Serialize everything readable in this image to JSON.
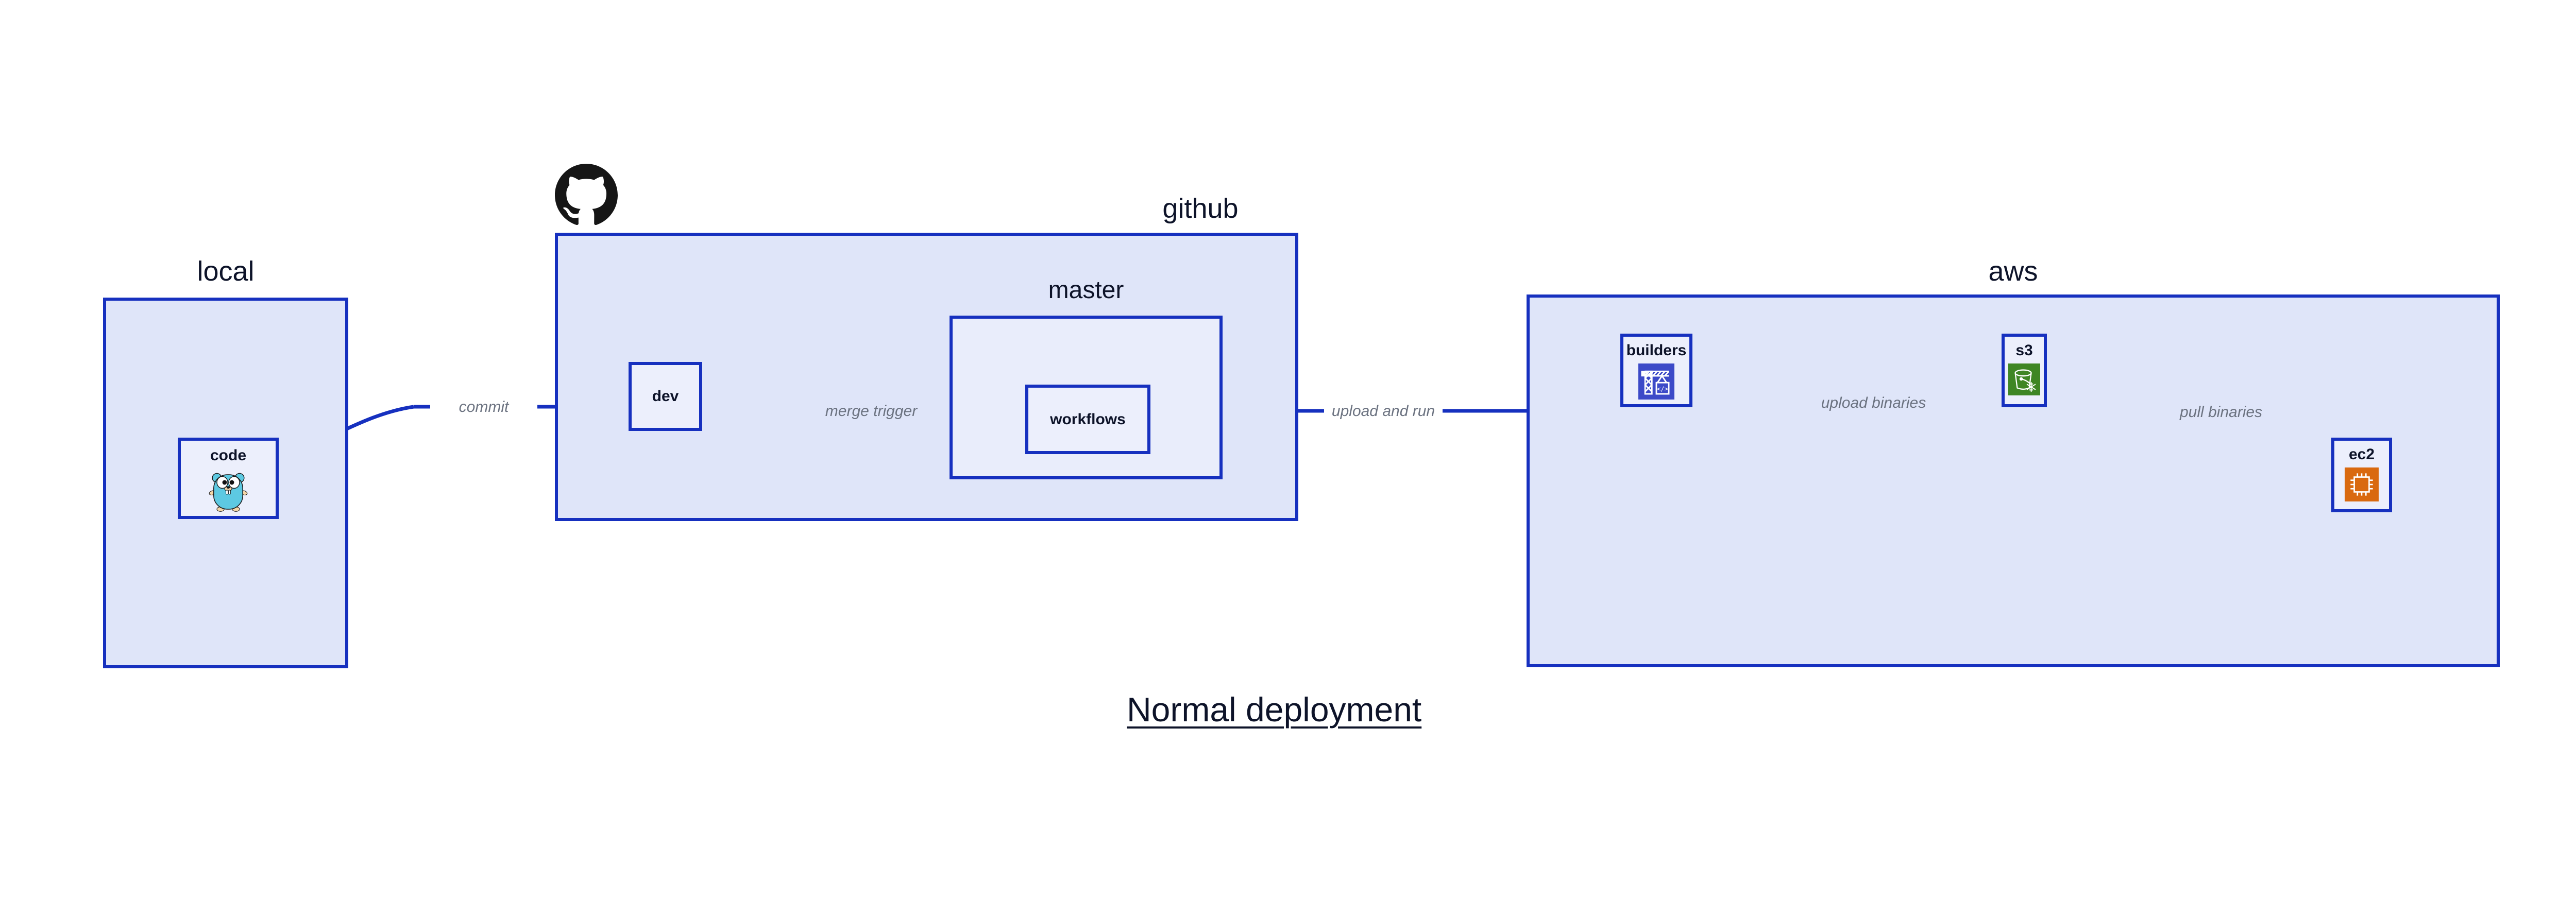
{
  "diagram": {
    "title": "Normal deployment",
    "colors": {
      "edge": "#1630bf",
      "group_fill": "#dfe5f9",
      "sub_fill": "#e9edfb",
      "node_fill": "#eceffc",
      "border": "#1630bf",
      "label_text": "#6b7280",
      "title_text": "#0d1329",
      "go_cyan": "#5dc9e2",
      "codebuild_blue": "#3c4ac8",
      "s3_green": "#3f8624",
      "ec2_orange": "#d9690f",
      "github_black": "#161616"
    }
  },
  "groups": {
    "local": {
      "label": "local"
    },
    "github": {
      "label": "github"
    },
    "aws": {
      "label": "aws"
    },
    "master": {
      "label": "master"
    }
  },
  "nodes": {
    "code": {
      "label": "code",
      "icon": "go-gopher-icon"
    },
    "dev": {
      "label": "dev",
      "icon": null
    },
    "workflows": {
      "label": "workflows",
      "icon": null
    },
    "builders": {
      "label": "builders",
      "icon": "aws-codebuild-icon"
    },
    "s3": {
      "label": "s3",
      "icon": "aws-s3-glacier-icon"
    },
    "ec2": {
      "label": "ec2",
      "icon": "aws-ec2-icon"
    }
  },
  "edges": [
    {
      "id": "commit",
      "label": "commit",
      "from": "code",
      "to": "dev"
    },
    {
      "id": "merge-trigger",
      "label": "merge trigger",
      "from": "dev",
      "to": "workflows"
    },
    {
      "id": "upload-and-run",
      "label": "upload and run",
      "from": "workflows",
      "to": "builders"
    },
    {
      "id": "upload-binaries",
      "label": "upload binaries",
      "from": "builders",
      "to": "s3"
    },
    {
      "id": "pull-binaries",
      "label": "pull binaries",
      "from": "s3",
      "to": "ec2"
    }
  ],
  "logos": {
    "github": "github-octocat-icon"
  }
}
